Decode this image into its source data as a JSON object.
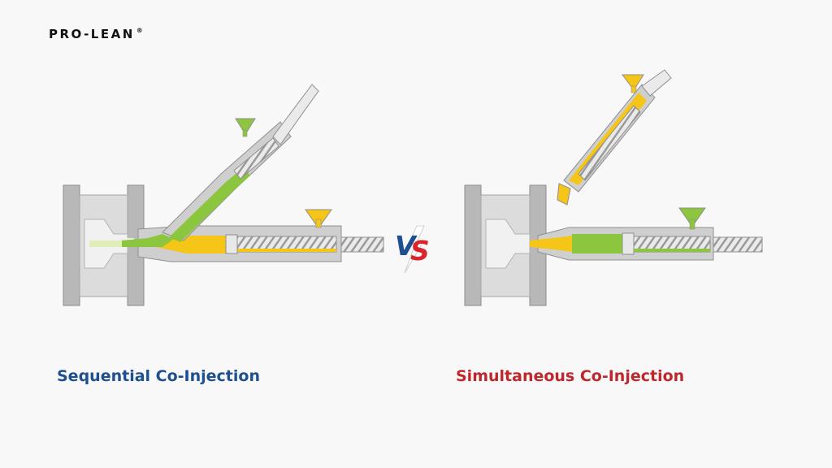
{
  "brand": {
    "name": "PRO-LEAN",
    "mark": "®"
  },
  "vs_label": "VS",
  "left": {
    "title": "Sequential Co-Injection"
  },
  "right": {
    "title": "Simultaneous Co-Injection"
  },
  "colors": {
    "left_title": "#1d4f91",
    "right_title": "#c0272d",
    "green_material": "#8cc63f",
    "yellow_material": "#f5c518",
    "metal": "#cfcfcf",
    "metal_dark": "#a7a7a7",
    "vs_blue": "#1d4f91",
    "vs_red": "#d8262c"
  }
}
